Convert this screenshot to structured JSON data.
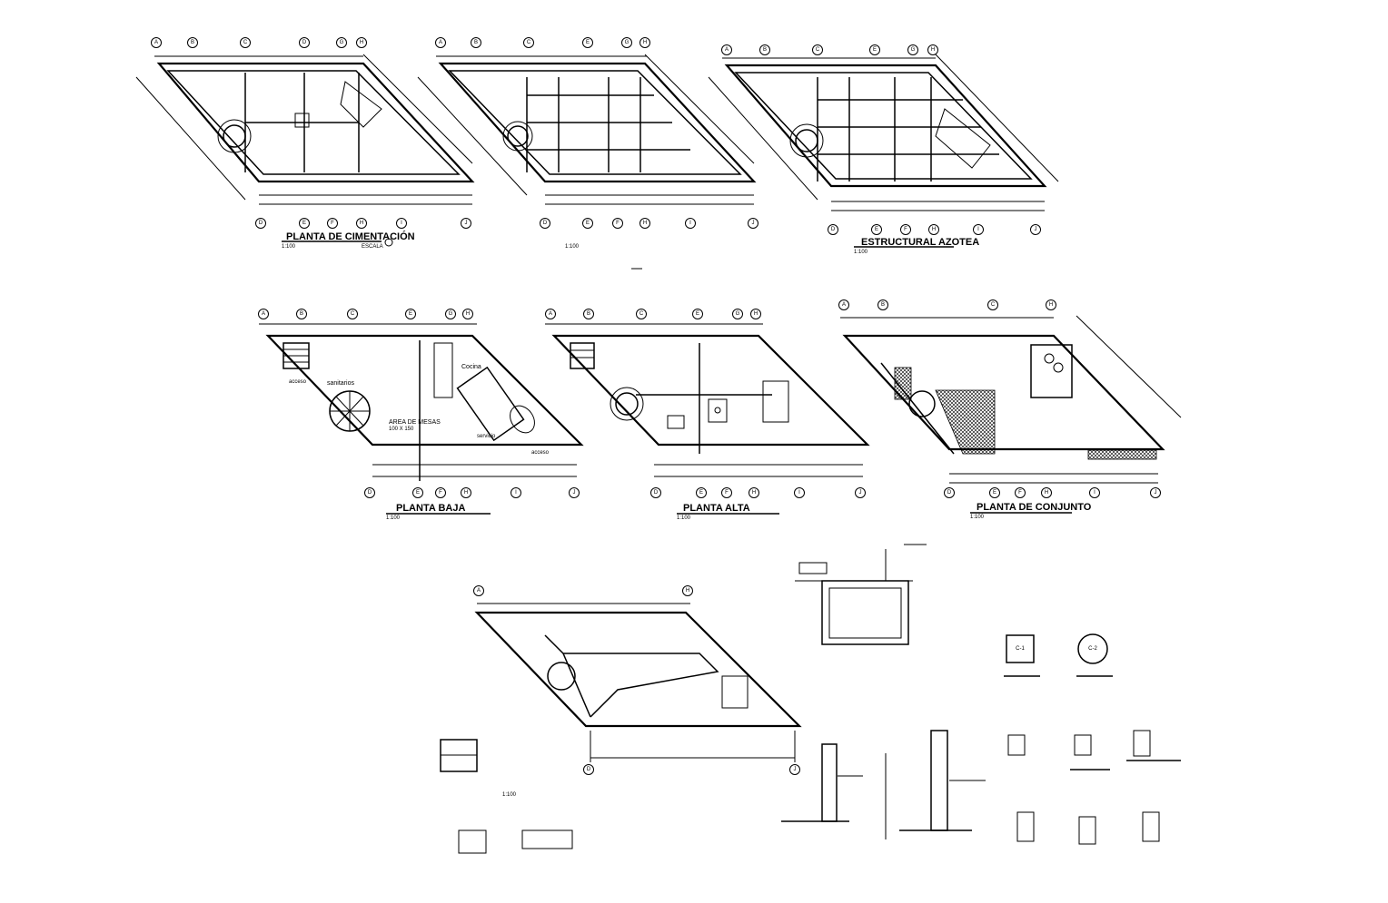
{
  "drawings": {
    "foundation": {
      "title": "PLANTA DE CIMENTACIÓN",
      "scale": "1:100",
      "note": "ESCALA",
      "top_axes": [
        "A",
        "B",
        "C",
        "D",
        "G",
        "H"
      ],
      "bottom_axes": [
        "D",
        "E",
        "F",
        "H",
        "I",
        "J"
      ]
    },
    "structural_mid": {
      "scale": "1:100",
      "top_axes": [
        "A",
        "B",
        "C",
        "E",
        "G",
        "H"
      ],
      "bottom_axes": [
        "D",
        "E",
        "F",
        "H",
        "I",
        "J"
      ]
    },
    "roof": {
      "title": "ESTRUCTURAL AZOTEA",
      "scale": "1:100",
      "top_axes": [
        "A",
        "B",
        "C",
        "E",
        "G",
        "H"
      ],
      "bottom_axes": [
        "D",
        "E",
        "F",
        "H",
        "I",
        "J"
      ]
    },
    "ground_floor": {
      "title": "PLANTA BAJA",
      "scale": "1:100",
      "top_axes": [
        "A",
        "B",
        "C",
        "E",
        "G",
        "H"
      ],
      "bottom_axes": [
        "D",
        "E",
        "F",
        "H",
        "I",
        "J"
      ],
      "labels": {
        "kitchen": "Cocina",
        "dining": "AREA DE MESAS",
        "dining_sub": "100 X 150",
        "sanitary": "sanitarios",
        "access": "acceso",
        "access2": "acceso",
        "service": "servicio"
      }
    },
    "upper_floor": {
      "title": "PLANTA ALTA",
      "scale": "1:100",
      "top_axes": [
        "A",
        "B",
        "C",
        "E",
        "G",
        "H"
      ],
      "bottom_axes": [
        "D",
        "E",
        "F",
        "H",
        "I",
        "J"
      ]
    },
    "site_plan": {
      "title": "PLANTA DE CONJUNTO",
      "scale": "1:100",
      "top_axes": [
        "A",
        "B",
        "C",
        "H"
      ],
      "bottom_axes": [
        "D",
        "E",
        "F",
        "H",
        "I",
        "J"
      ]
    },
    "basement": {
      "scale": "1:100",
      "top_axes": [
        "A",
        "H"
      ],
      "bottom_axes": [
        "D",
        "J"
      ]
    },
    "columns": {
      "round": "C-2",
      "square": "C-1"
    }
  }
}
